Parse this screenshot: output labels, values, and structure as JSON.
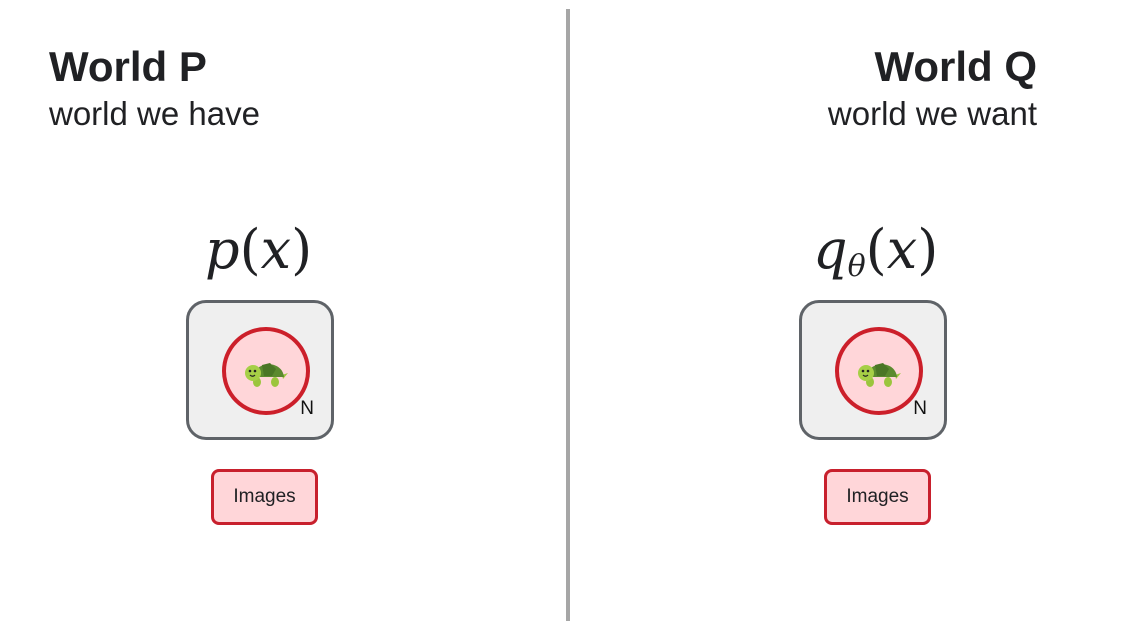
{
  "left_panel": {
    "title": "World P",
    "subtitle": "world we have",
    "formula": {
      "symbol": "p",
      "subscript": "",
      "argument": "x"
    },
    "plate": {
      "node_icon": "turtle-icon",
      "label": "N"
    },
    "tag_label": "Images"
  },
  "right_panel": {
    "title": "World Q",
    "subtitle": "world we want",
    "formula": {
      "symbol": "q",
      "subscript": "θ",
      "argument": "x"
    },
    "plate": {
      "node_icon": "turtle-icon",
      "label": "N"
    },
    "tag_label": "Images"
  },
  "colors": {
    "node_border": "#cc1f2a",
    "node_fill": "#ffd6d9",
    "plate_fill": "#efefef",
    "plate_border": "#5f6368",
    "divider": "#a6a6a6"
  }
}
